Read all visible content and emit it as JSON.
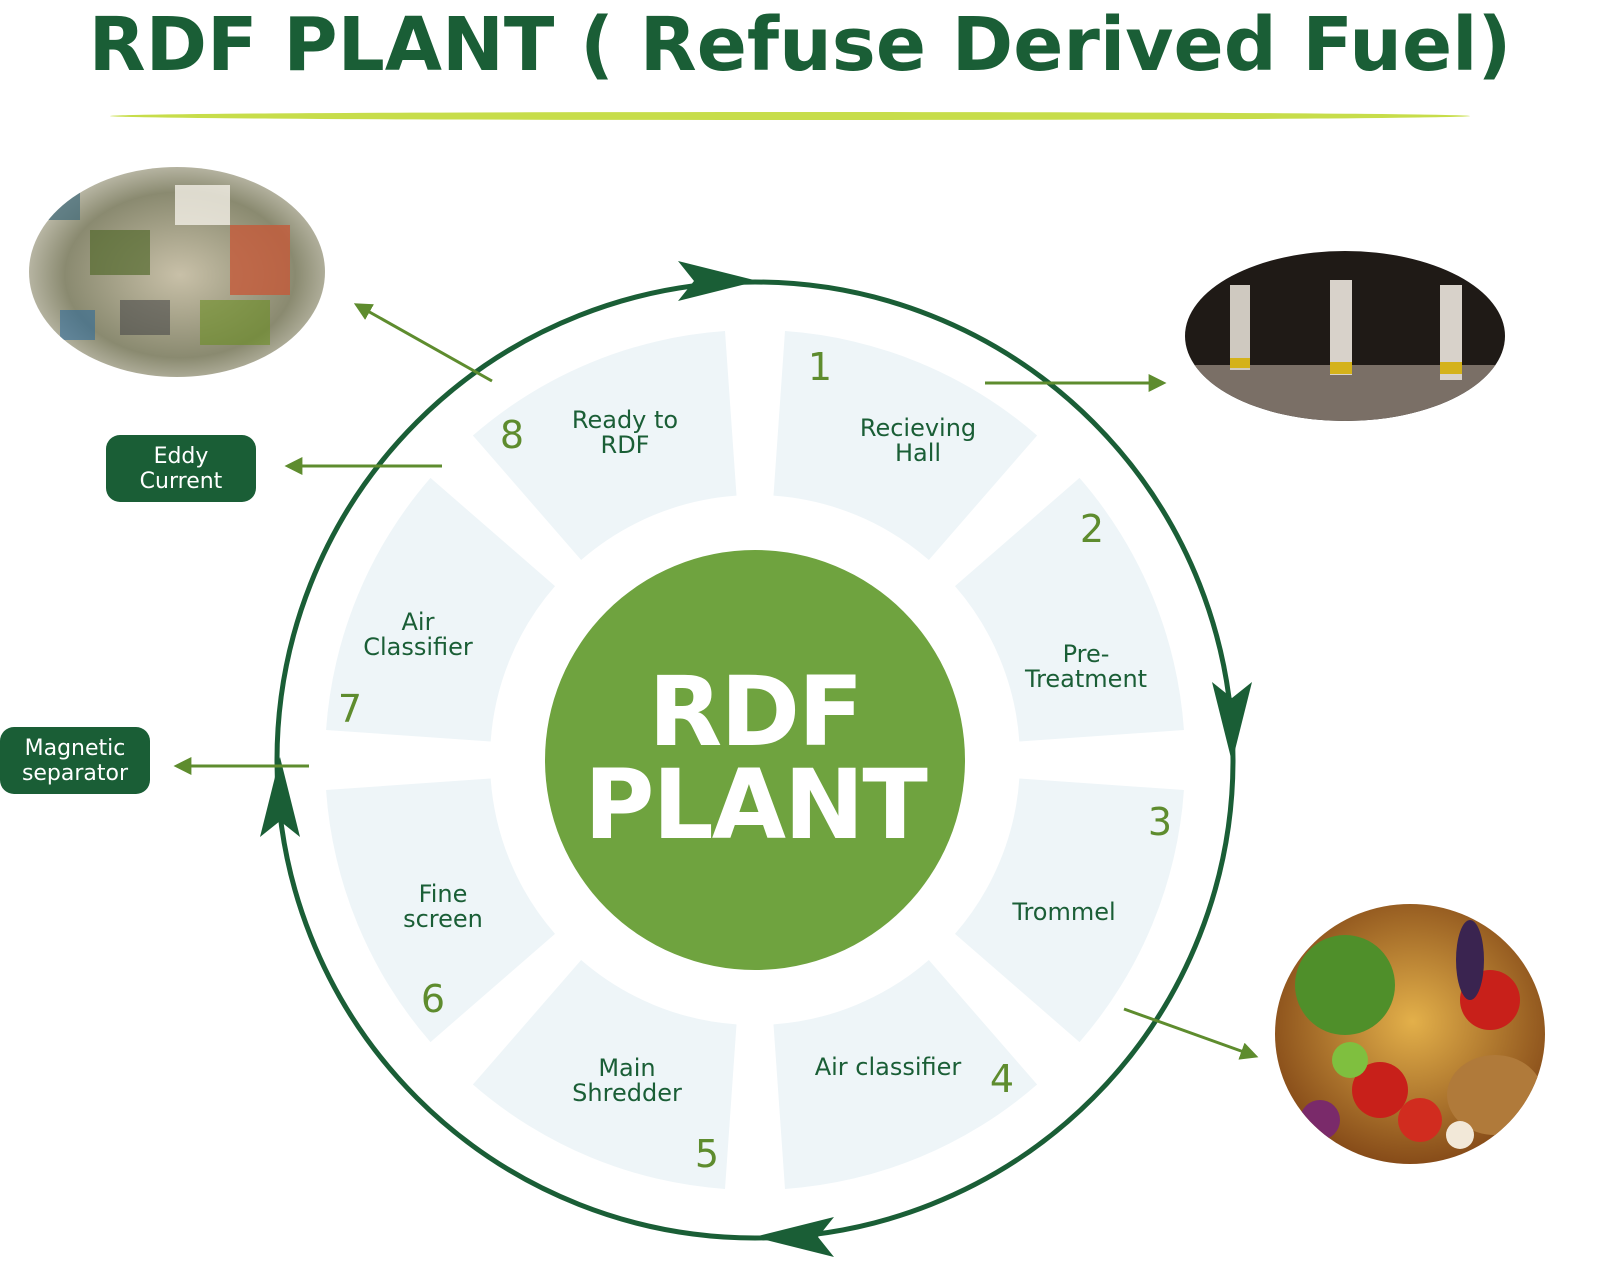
{
  "title": "RDF PLANT ( Refuse Derived Fuel)",
  "center": {
    "line1": "RDF",
    "line2": "PLANT"
  },
  "steps": [
    {
      "number": "1",
      "label_lines": [
        "Recieving",
        "Hall"
      ]
    },
    {
      "number": "2",
      "label_lines": [
        "Pre-",
        "Treatment"
      ]
    },
    {
      "number": "3",
      "label_lines": [
        "Trommel"
      ]
    },
    {
      "number": "4",
      "label_lines": [
        "Air classifier"
      ]
    },
    {
      "number": "5",
      "label_lines": [
        "Main",
        "Shredder"
      ]
    },
    {
      "number": "6",
      "label_lines": [
        "Fine",
        "screen"
      ]
    },
    {
      "number": "7",
      "label_lines": [
        "Air",
        "Classifier"
      ]
    },
    {
      "number": "8",
      "label_lines": [
        "Ready to",
        "RDF"
      ]
    }
  ],
  "outputs": {
    "eddy_current": "Eddy\nCurrent",
    "magnetic_separator": "Magnetic\nseparator"
  },
  "photos": [
    "mixed-waste-photo",
    "receiving-hall-photo",
    "vegetables-photo"
  ],
  "colors": {
    "dark_green": "#1a5e36",
    "mid_green": "#6fa33f",
    "arrow_green": "#5e8c2e",
    "segment_fill": "#eef5f8",
    "accent_rule": "#c7dd4a"
  }
}
